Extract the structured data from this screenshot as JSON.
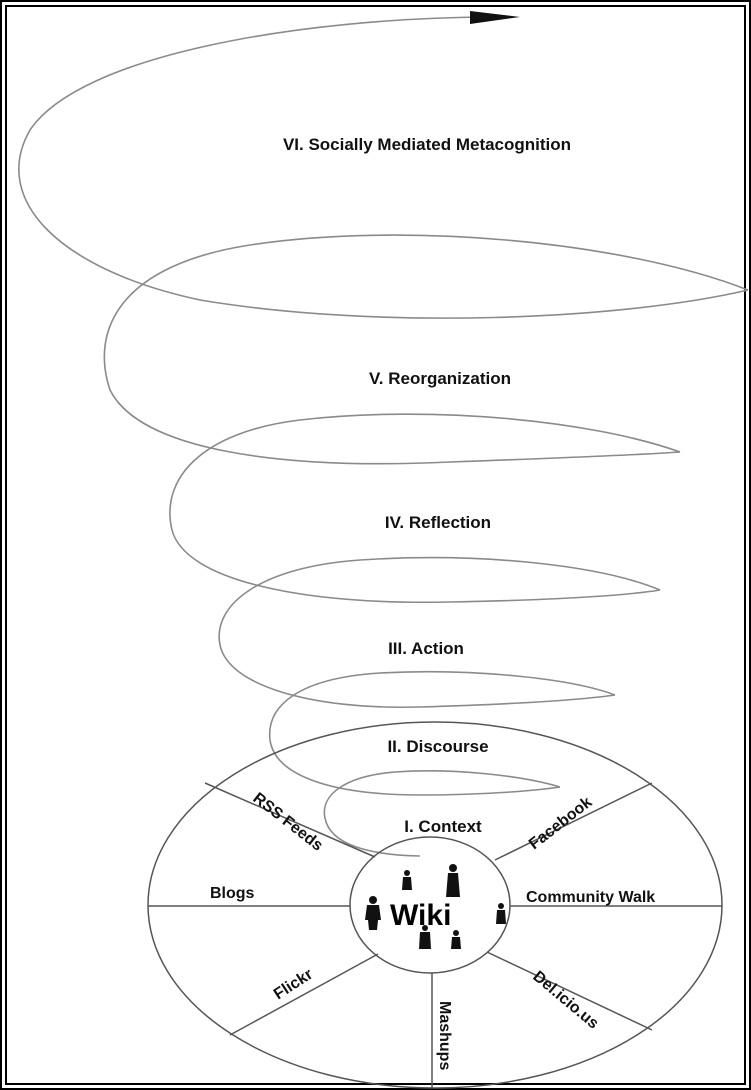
{
  "stages": [
    {
      "id": "vi",
      "label": "VI. Socially Mediated Metacognition"
    },
    {
      "id": "v",
      "label": "V. Reorganization"
    },
    {
      "id": "iv",
      "label": "IV. Reflection"
    },
    {
      "id": "iii",
      "label": "III. Action"
    },
    {
      "id": "ii",
      "label": "II. Discourse"
    },
    {
      "id": "i",
      "label": "I. Context"
    }
  ],
  "hub": {
    "label": "Wiki"
  },
  "tools": [
    {
      "id": "rss",
      "label": "RSS Feeds"
    },
    {
      "id": "facebook",
      "label": "Facebook"
    },
    {
      "id": "blogs",
      "label": "Blogs"
    },
    {
      "id": "community-walk",
      "label": "Community Walk"
    },
    {
      "id": "flickr",
      "label": "Flickr"
    },
    {
      "id": "delicious",
      "label": "Del.icio.us"
    },
    {
      "id": "mashups",
      "label": "Mashups"
    }
  ]
}
